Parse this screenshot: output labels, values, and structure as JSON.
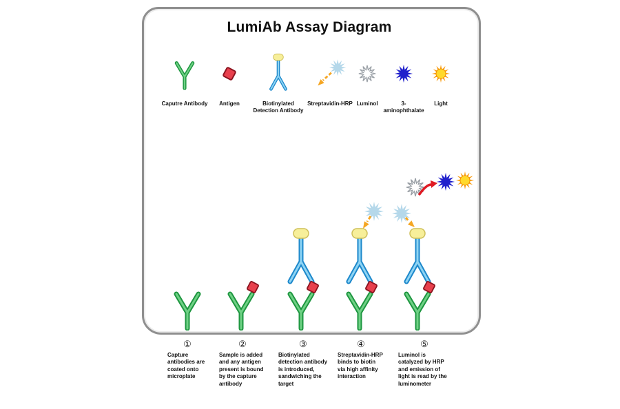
{
  "title": "LumiAb Assay Diagram",
  "legend": {
    "items": [
      {
        "id": "capture-antibody",
        "label": "Caputre Antibody"
      },
      {
        "id": "antigen",
        "label": "Antigen"
      },
      {
        "id": "detection-antibody",
        "label": "Biotinylated Detection Antibody"
      },
      {
        "id": "streptavidin-hrp",
        "label": "Streptavidin-HRP"
      },
      {
        "id": "luminol",
        "label": "Luminol"
      },
      {
        "id": "aminophthalate",
        "label": "3-aminophthalate"
      },
      {
        "id": "light",
        "label": "Light"
      }
    ]
  },
  "steps": [
    {
      "number": "①",
      "caption": "Capture antibodies are coated onto microplate"
    },
    {
      "number": "②",
      "caption": "Sample is added and any antigen present is bound by the capture antibody"
    },
    {
      "number": "③",
      "caption": "Biotinylated detection antibody is introduced, sandwiching the target"
    },
    {
      "number": "④",
      "caption": "Streptavidin-HRP binds to biotin via high affinity interaction"
    },
    {
      "number": "⑤",
      "caption": "Luminol is catalyzed by HRP and emission of light is read by the luminometer"
    }
  ],
  "colors": {
    "capture_antibody": "#1e9640",
    "detection_antibody": "#1d88cb",
    "antigen": "#e8404d",
    "biotin": "#f7ef9a",
    "streptavidin": "#b5d8ea",
    "luminol_outline": "#9aa0a6",
    "aminophthalate": "#2121cc",
    "light": "#f9a11b",
    "arrow_orange": "#f5a623",
    "arrow_red": "#e01b24"
  }
}
